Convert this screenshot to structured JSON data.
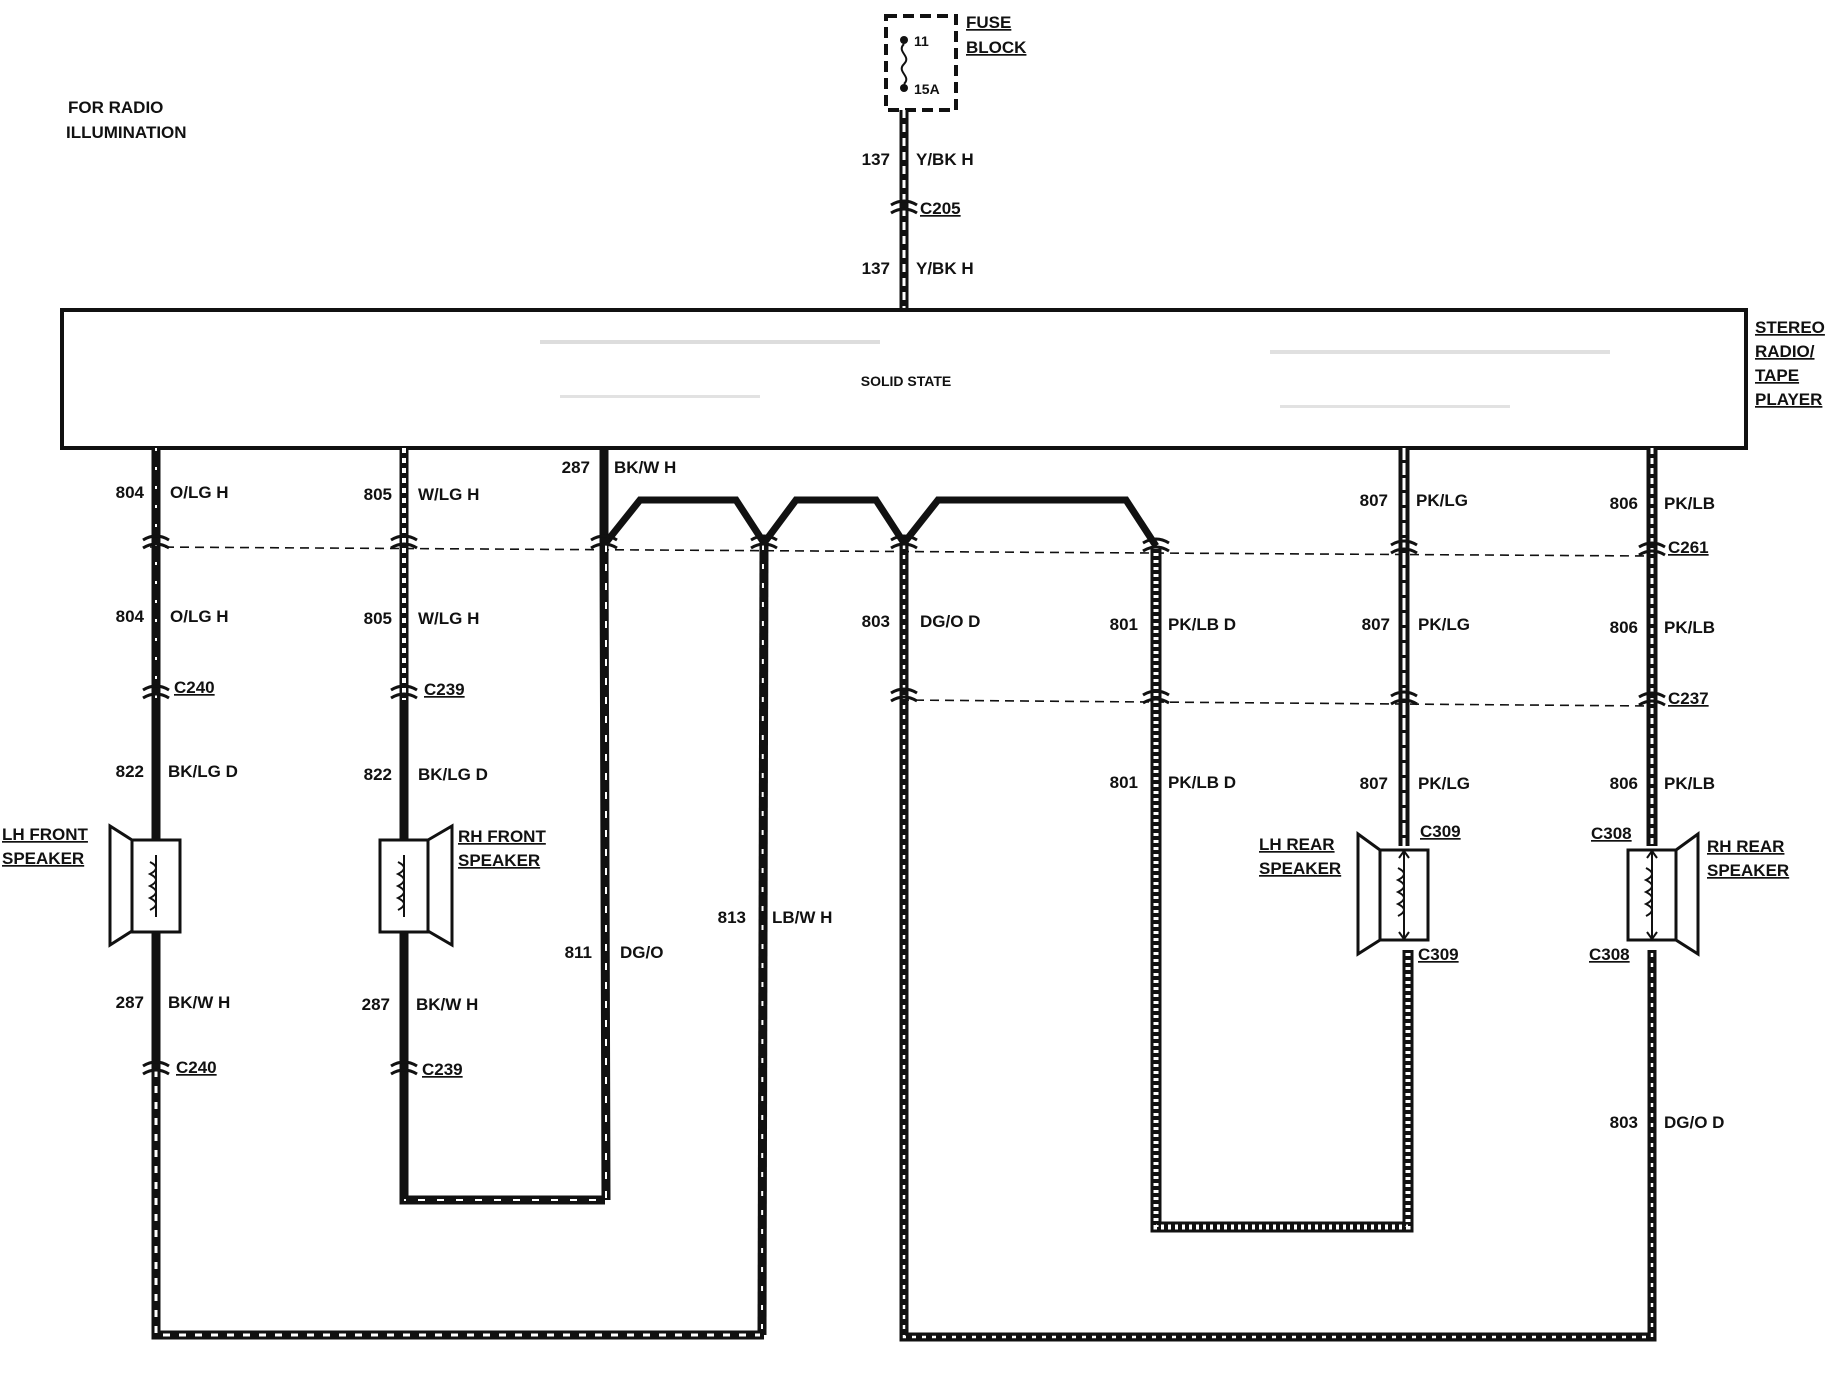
{
  "header": {
    "note_line1": "FOR RADIO",
    "note_line2": "ILLUMINATION"
  },
  "fuse_block": {
    "title_line1": "FUSE",
    "title_line2": "BLOCK",
    "fuse_number": "11",
    "fuse_rating": "15A"
  },
  "feed": {
    "upper": {
      "circuit": "137",
      "color": "Y/BK H"
    },
    "connector": "C205",
    "lower": {
      "circuit": "137",
      "color": "Y/BK H"
    }
  },
  "radio": {
    "label": "SOLID STATE",
    "name_line1": "STEREO",
    "name_line2": "RADIO/",
    "name_line3": "TAPE",
    "name_line4": "PLAYER"
  },
  "wire_labels": {
    "w804a": {
      "circuit": "804",
      "color": "O/LG H"
    },
    "w804b": {
      "circuit": "804",
      "color": "O/LG H"
    },
    "w822a": {
      "circuit": "822",
      "color": "BK/LG D"
    },
    "w287a": {
      "circuit": "287",
      "color": "BK/W H"
    },
    "w805a": {
      "circuit": "805",
      "color": "W/LG H"
    },
    "w805b": {
      "circuit": "805",
      "color": "W/LG H"
    },
    "w822b": {
      "circuit": "822",
      "color": "BK/LG D"
    },
    "w287b": {
      "circuit": "287",
      "color": "BK/W H"
    },
    "w287c": {
      "circuit": "287",
      "color": "BK/W H"
    },
    "w811": {
      "circuit": "811",
      "color": "DG/O"
    },
    "w813": {
      "circuit": "813",
      "color": "LB/W H"
    },
    "w803a": {
      "circuit": "803",
      "color": "DG/O D"
    },
    "w801a": {
      "circuit": "801",
      "color": "PK/LB D"
    },
    "w801b": {
      "circuit": "801",
      "color": "PK/LB D"
    },
    "w807a": {
      "circuit": "807",
      "color": "PK/LG"
    },
    "w807b": {
      "circuit": "807",
      "color": "PK/LG"
    },
    "w807c": {
      "circuit": "807",
      "color": "PK/LG"
    },
    "w806a": {
      "circuit": "806",
      "color": "PK/LB"
    },
    "w806b": {
      "circuit": "806",
      "color": "PK/LB"
    },
    "w806c": {
      "circuit": "806",
      "color": "PK/LB"
    },
    "w803b": {
      "circuit": "803",
      "color": "DG/O D"
    }
  },
  "connectors": {
    "c240a": "C240",
    "c240b": "C240",
    "c239a": "C239",
    "c239b": "C239",
    "c261": "C261",
    "c237": "C237",
    "c309a": "C309",
    "c309b": "C309",
    "c308a": "C308",
    "c308b": "C308"
  },
  "speakers": {
    "lh_front": {
      "line1": "LH FRONT",
      "line2": "SPEAKER"
    },
    "rh_front": {
      "line1": "RH FRONT",
      "line2": "SPEAKER"
    },
    "lh_rear": {
      "line1": "LH REAR",
      "line2": "SPEAKER"
    },
    "rh_rear": {
      "line1": "RH REAR",
      "line2": "SPEAKER"
    }
  }
}
